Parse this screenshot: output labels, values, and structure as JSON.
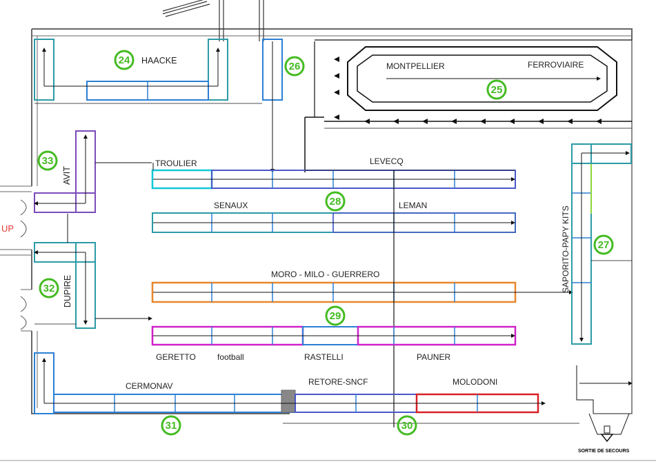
{
  "colors": {
    "wall": "#666666",
    "dim": "#111111",
    "badge": "#44bb22",
    "teal": "#2a9aa6",
    "blue": "#2a7fd4",
    "navy": "#4a56c8",
    "orange": "#e8862a",
    "magenta": "#d020c8",
    "red": "#d81f26",
    "purple": "#7a4ab8",
    "cyan": "#10c8d8",
    "accent_red": "#e53935"
  },
  "labels": {
    "haacke": "HAACKE",
    "montpellier": "MONTPELLIER",
    "ferroviaire": "FERROVIAIRE",
    "troulier": "TROULIER",
    "levecq": "LEVECQ",
    "senaux": "SENAUX",
    "leman": "LEMAN",
    "moro": "MORO - MILO  - GUERRERO",
    "geretto": "GERETTO",
    "football": "football",
    "rastelli": "RASTELLI",
    "pauner": "PAUNER",
    "cermonav": "CERMONAV",
    "retore": "RETORE-SNCF",
    "molodoni": "MOLODONI",
    "avit": "AVIT",
    "dupire": "DUPIRE",
    "saporito": "SAPORITO-PAPY KITS",
    "up": "UP",
    "exit": "SORTIE DE SECOURS"
  },
  "zones": {
    "z24": "24",
    "z25": "25",
    "z26": "26",
    "z27": "27",
    "z28": "28",
    "z29": "29",
    "z30": "30",
    "z31": "31",
    "z32": "32",
    "z33": "33"
  }
}
